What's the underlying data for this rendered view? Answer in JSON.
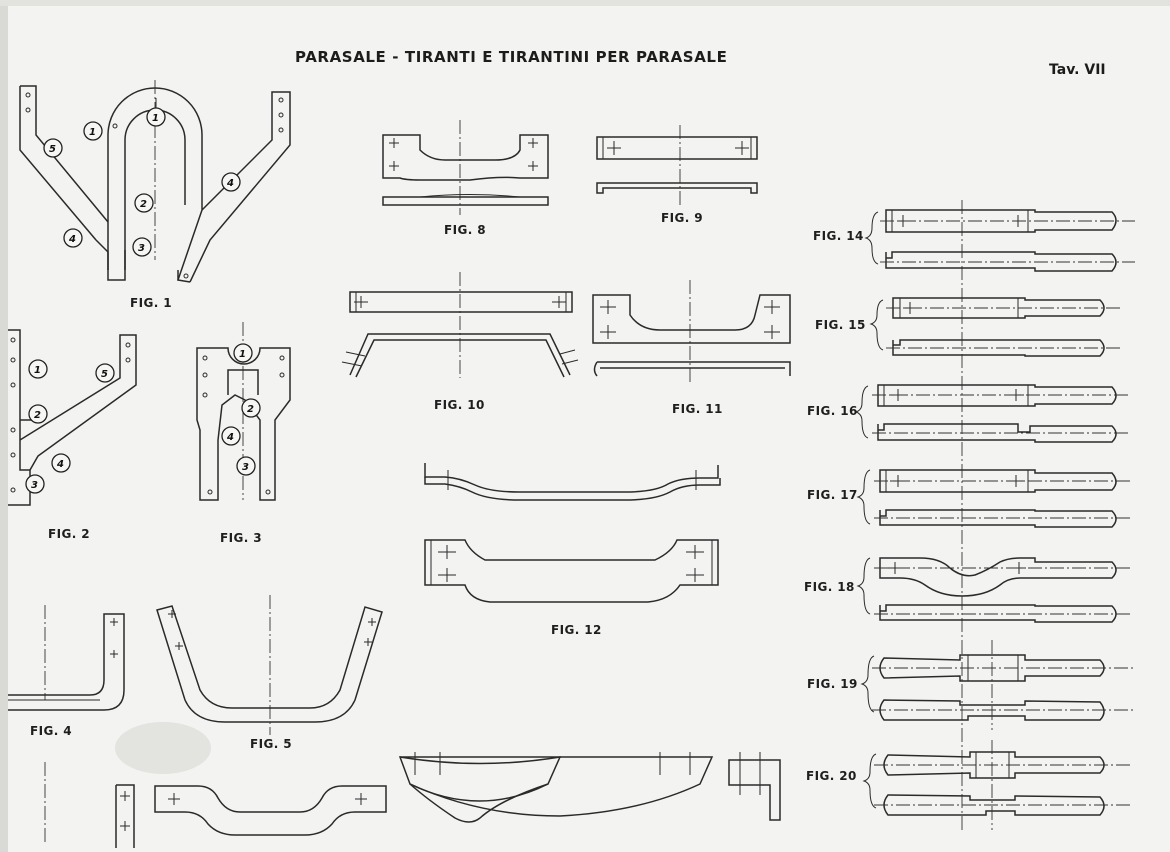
{
  "sheet": {
    "title": "PARASALE - TIRANTI E TIRANTINI PER PARASALE",
    "plate": "Tav. VII"
  },
  "figures": {
    "fig1": "FIG. 1",
    "fig2": "FIG. 2",
    "fig3": "FIG. 3",
    "fig4": "FIG. 4",
    "fig5": "FIG. 5",
    "fig8": "FIG. 8",
    "fig9": "FIG. 9",
    "fig10": "FIG. 10",
    "fig11": "FIG. 11",
    "fig12": "FIG. 12",
    "fig14": "FIG. 14",
    "fig15": "FIG. 15",
    "fig16": "FIG. 16",
    "fig17": "FIG. 17",
    "fig18": "FIG. 18",
    "fig19": "FIG. 19",
    "fig20": "FIG. 20"
  },
  "callouts": {
    "c1": "1",
    "c2": "2",
    "c3": "3",
    "c4": "4",
    "c5": "5"
  }
}
